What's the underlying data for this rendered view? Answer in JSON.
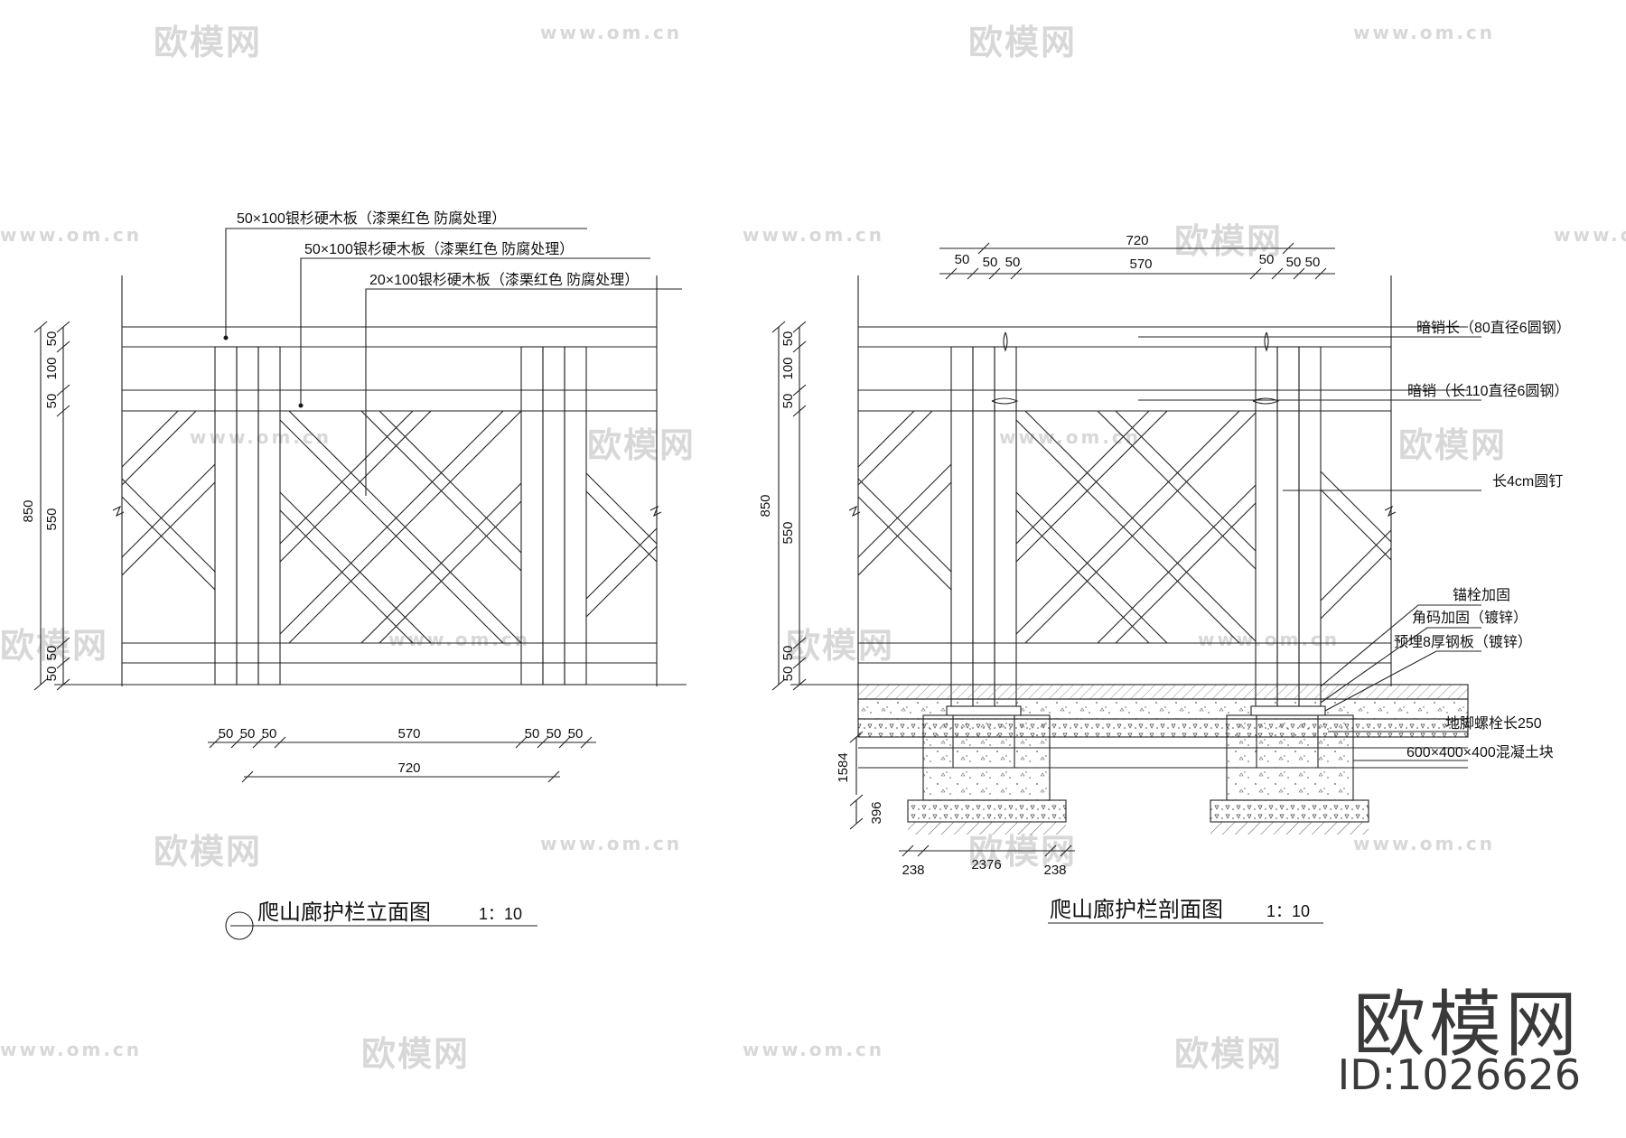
{
  "elevation": {
    "title": "爬山廊护栏立面图",
    "scale": "1：10",
    "callouts": [
      "50×100银杉硬木板（漆栗红色 防腐处理）",
      "50×100银杉硬木板（漆栗红色 防腐处理）",
      "20×100银杉硬木板（漆栗红色 防腐处理）"
    ],
    "dims_vertical_outer": [
      "850"
    ],
    "dims_vertical_inner": [
      "50",
      "100",
      "50",
      "550",
      "50",
      "50"
    ],
    "dims_bottom_left": [
      "50",
      "50",
      "50"
    ],
    "dims_bottom_right": [
      "50",
      "50",
      "50"
    ],
    "dim_570": "570",
    "dim_720": "720"
  },
  "section": {
    "title": "爬山廊护栏剖面图",
    "scale": "1：10",
    "dim_720": "720",
    "dim_570": "570",
    "dims_top_left": [
      "50",
      "50",
      "50"
    ],
    "dims_top_right": [
      "50",
      "50",
      "50"
    ],
    "dims_vertical_outer": [
      "850"
    ],
    "dims_vertical_inner": [
      "50",
      "100",
      "50",
      "550",
      "50",
      "50"
    ],
    "dims_footing_vertical": [
      "1584",
      "396"
    ],
    "dims_footing_bottom": [
      "238",
      "2376",
      "238"
    ],
    "callouts": [
      "暗销长（80直径6圆钢）",
      "暗销（长110直径6圆钢）",
      "长4cm圆钉",
      "锚栓加固",
      "角码加固（镀锌）",
      "预埋8厚钢板（镀锌）",
      "地脚螺栓长250",
      "600×400×400混凝土块"
    ]
  },
  "watermark": {
    "brand": "欧模网",
    "url": "www.om.cn"
  },
  "brand_mark": {
    "name": "欧模网",
    "id": "ID:1026626"
  }
}
